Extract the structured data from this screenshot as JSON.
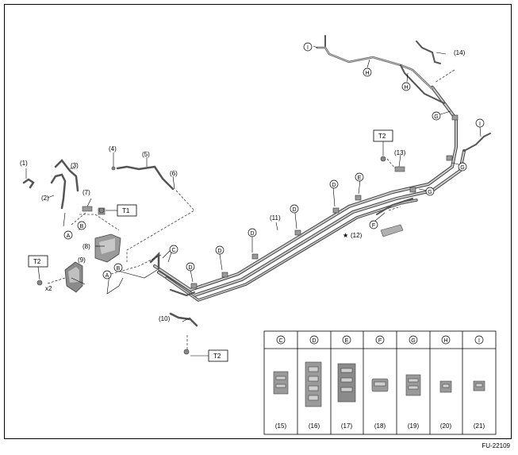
{
  "figure_id": "FU-22109",
  "part_labels": {
    "p1": "(1)",
    "p2": "(2)",
    "p3": "(3)",
    "p4": "(4)",
    "p5": "(5)",
    "p6": "(6)",
    "p7": "(7)",
    "p8": "(8)",
    "p9": "(9)",
    "p10": "(10)",
    "p11": "(11)",
    "p12": "(12)",
    "p13": "(13)",
    "p14": "(14)"
  },
  "star_mark": "★",
  "torque": {
    "t1": "T1",
    "t2": "T2"
  },
  "qty": "x2",
  "letters": {
    "A": "A",
    "B": "B",
    "C": "C",
    "D": "D",
    "E": "E",
    "F": "F",
    "G": "G",
    "H": "H",
    "I": "I"
  },
  "legend": {
    "cols": [
      {
        "letter": "C",
        "part": "(15)"
      },
      {
        "letter": "D",
        "part": "(16)"
      },
      {
        "letter": "E",
        "part": "(17)"
      },
      {
        "letter": "F",
        "part": "(18)"
      },
      {
        "letter": "G",
        "part": "(19)"
      },
      {
        "letter": "H",
        "part": "(20)"
      },
      {
        "letter": "I",
        "part": "(21)"
      }
    ]
  },
  "colors": {
    "line": "#000000",
    "part_fill": "#9a9a9a",
    "part_light": "#c8c8c8",
    "part_dark": "#5a5a5a"
  }
}
